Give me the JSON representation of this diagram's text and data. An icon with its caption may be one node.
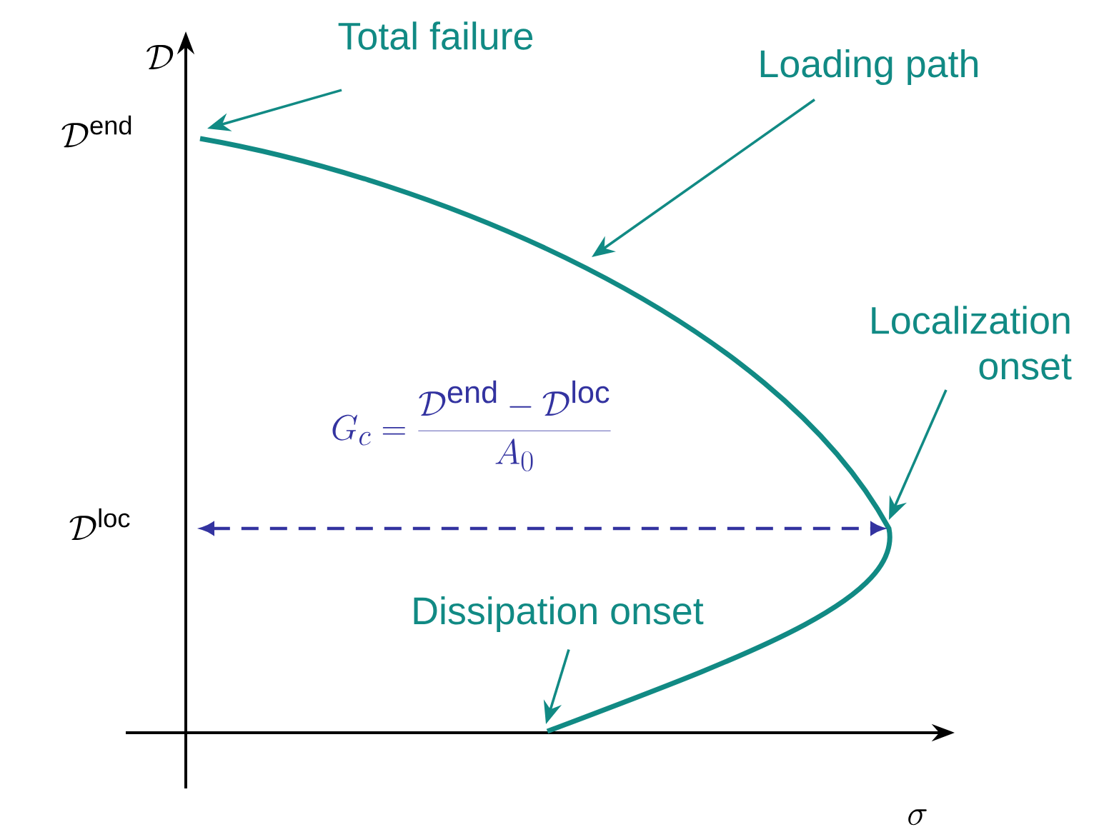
{
  "diagram": {
    "nodes": [
      {
        "text": [
          "Total failure"
        ]
      },
      {
        "text": [
          "Loading path"
        ]
      },
      {
        "text": [
          "Localization onset"
        ]
      },
      {
        "text": [
          "Dissipation onset"
        ]
      }
    ],
    "edges": [
      {
        "from": 0,
        "to": null,
        "arrow": "to"
      },
      {
        "from": 1,
        "to": null,
        "arrow": "to"
      },
      {
        "from": 2,
        "to": null,
        "arrow": "to"
      },
      {
        "from": 3,
        "to": null,
        "arrow": "to"
      }
    ],
    "labels": [
      "\\mathcal{D}",
      "\\mathcal{D}^{\\mathrm{end}}",
      "G_c = \\frac{\\mathcal{D}^{\\mathrm{end}} - \\mathcal{D}^{\\mathrm{loc}}}{A_0}",
      "\\mathcal{D}^{\\mathrm{loc}}",
      "\\sigma"
    ]
  }
}
